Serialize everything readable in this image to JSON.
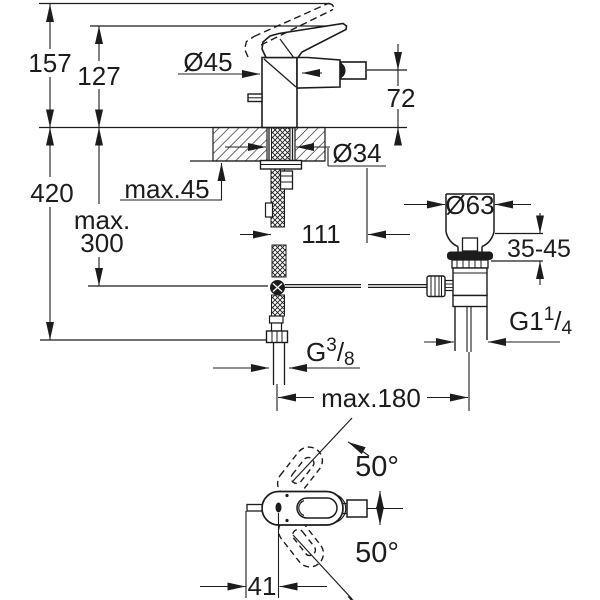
{
  "title": "bidet-mixer-technical-drawing",
  "colors": {
    "ink": "#1c1c1c",
    "background": "#ffffff"
  },
  "dimensions": {
    "total_height": "157",
    "spout_ref_height": "127",
    "body_diameter": "Ø45",
    "outlet_height": "72",
    "overall_height_with_hoses": "420",
    "deck_thickness_max": "max.45",
    "hole_diameter": "Ø34",
    "popup_rod_max_line1": "max.",
    "popup_rod_max_line2": "300",
    "spout_projection": "111",
    "waste_flange_diameter": "Ø63",
    "mounting_range": "35-45",
    "waste_thread_base": "G1",
    "waste_thread_sup": "1",
    "waste_thread_slash": "/",
    "waste_thread_sub": "4",
    "supply_thread_base": "G",
    "supply_thread_sup": "3",
    "supply_thread_slash": "/",
    "supply_thread_sub": "8",
    "hose_spread_max": "max.180",
    "swivel_angle_up": "50°",
    "swivel_angle_down": "50°",
    "handle_center_offset": "41"
  }
}
